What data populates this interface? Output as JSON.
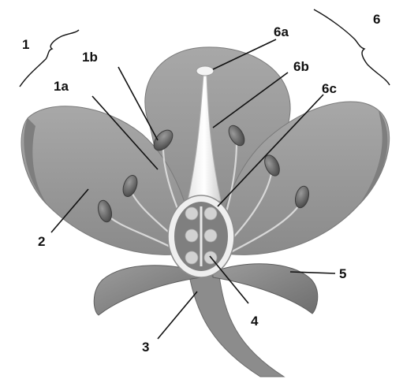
{
  "diagram": {
    "labels": {
      "l1": "1",
      "l1a": "1a",
      "l1b": "1b",
      "l2": "2",
      "l3": "3",
      "l4": "4",
      "l5": "5",
      "l6": "6",
      "l6a": "6a",
      "l6b": "6b",
      "l6c": "6c"
    }
  },
  "colors": {
    "petal": "#9a9a9a",
    "petal_shadow": "#6f6f6f",
    "ovary_wall": "#f2f2f2",
    "ovule": "#c9c9c9",
    "anther": "#707070",
    "ink": "#111111"
  }
}
